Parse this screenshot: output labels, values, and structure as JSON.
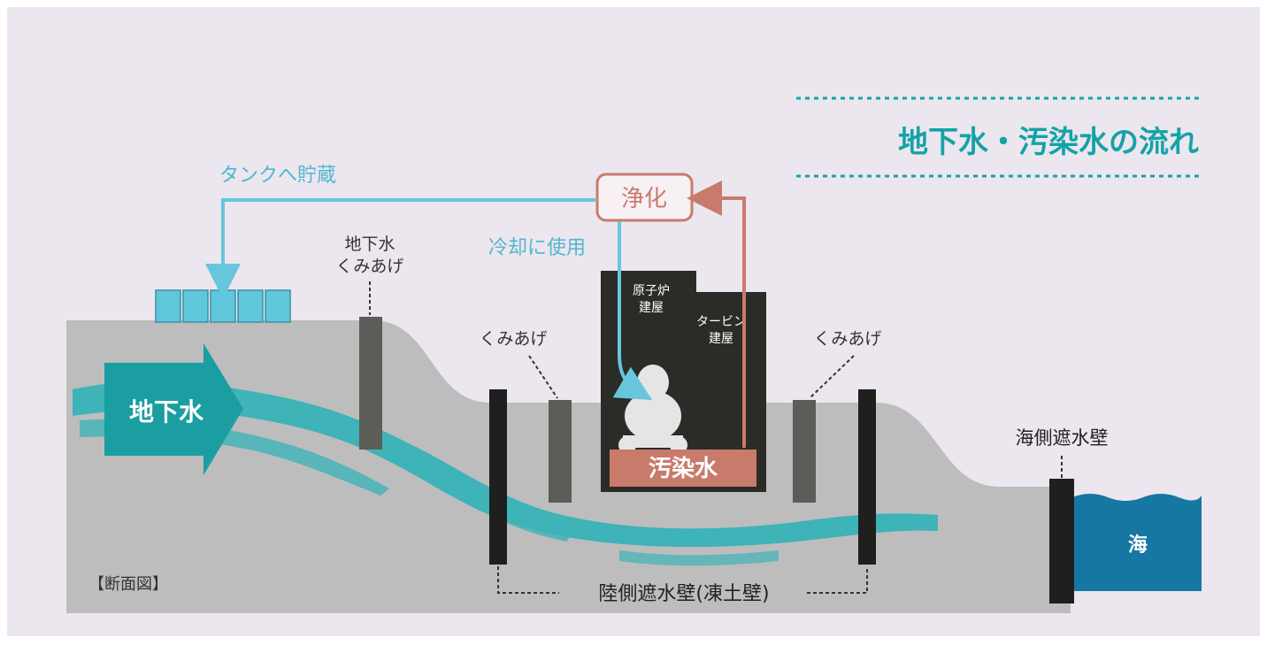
{
  "title": "地下水・汚染水の流れ",
  "labels": {
    "storage": "タンクへ貯蔵",
    "purify": "浄化",
    "cooling": "冷却に使用",
    "groundwater_pump_line1": "地下水",
    "groundwater_pump_line2": "くみあげ",
    "pump_left": "くみあげ",
    "pump_right": "くみあげ",
    "reactor_line1": "原子炉",
    "reactor_line2": "建屋",
    "turbine_line1": "タービン",
    "turbine_line2": "建屋",
    "groundwater_arrow": "地下水",
    "contaminated": "汚染水",
    "sea_wall": "海側遮水壁",
    "sea": "海",
    "cross_section": "【断面図】",
    "land_wall": "陸側遮水壁(凍土壁)"
  },
  "colors": {
    "background": "#ece6ef",
    "ground": "#bdbdbd",
    "water": "#3eb3b8",
    "arrow": "#1a9ea2",
    "title": "#14a3a6",
    "cooling_line": "#67c6dc",
    "purify_line": "#c97b6b",
    "building": "#2b2b28",
    "contaminated_box": "#c97b6b",
    "sea": "#1677a2",
    "tank": "#5ec7dc",
    "text_dark": "#333333"
  }
}
